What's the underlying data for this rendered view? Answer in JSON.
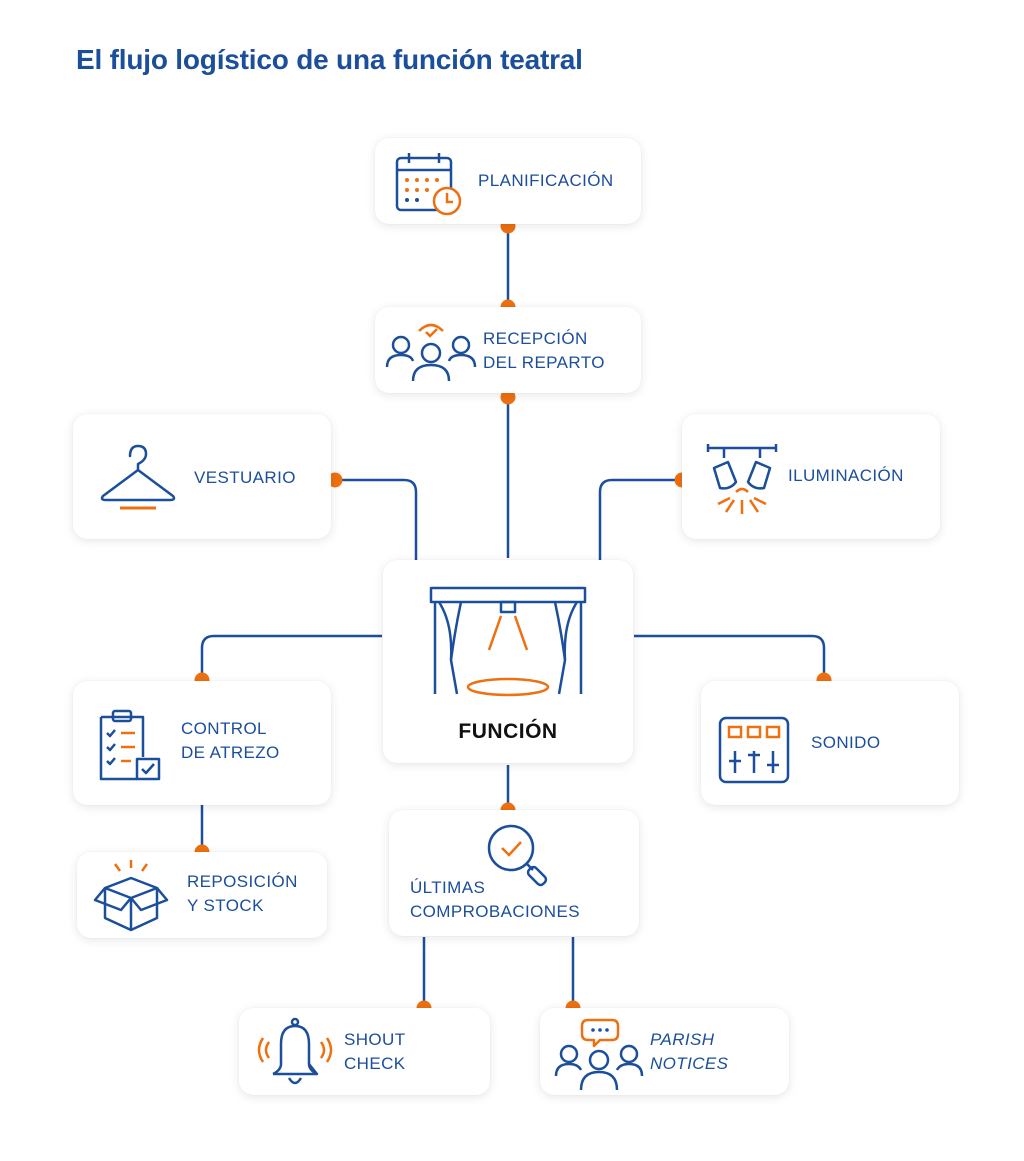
{
  "title": "El flujo logístico de una función teatral",
  "colors": {
    "primary": "#1b4e9b",
    "accent": "#ee7011",
    "text_dark": "#111111"
  },
  "nodes": {
    "planificacion": {
      "icon": "calendar-clock-icon",
      "lines": [
        "PLANIFICACIÓN"
      ]
    },
    "recepcion": {
      "icon": "group-check-icon",
      "lines": [
        "RECEPCIÓN",
        "DEL REPARTO"
      ]
    },
    "vestuario": {
      "icon": "hanger-icon",
      "lines": [
        "VESTUARIO"
      ]
    },
    "iluminacion": {
      "icon": "spotlights-icon",
      "lines": [
        "ILUMINACIÓN"
      ]
    },
    "funcion": {
      "icon": "stage-curtains-icon",
      "lines": [
        "FUNCIÓN"
      ]
    },
    "control": {
      "icon": "checklist-clipboard-icon",
      "lines": [
        "CONTROL",
        "DE ATREZO"
      ]
    },
    "sonido": {
      "icon": "mixer-sliders-icon",
      "lines": [
        "SONIDO"
      ]
    },
    "reposicion": {
      "icon": "open-box-icon",
      "lines": [
        "REPOSICIÓN",
        "Y STOCK"
      ]
    },
    "ultimas": {
      "icon": "magnifier-check-icon",
      "lines": [
        "ÚLTIMAS",
        "COMPROBACIONES"
      ]
    },
    "shout": {
      "icon": "bell-ringing-icon",
      "lines": [
        "SHOUT",
        "CHECK"
      ]
    },
    "parish": {
      "icon": "group-speech-icon",
      "lines": [
        "PARISH",
        "NOTICES"
      ]
    }
  }
}
